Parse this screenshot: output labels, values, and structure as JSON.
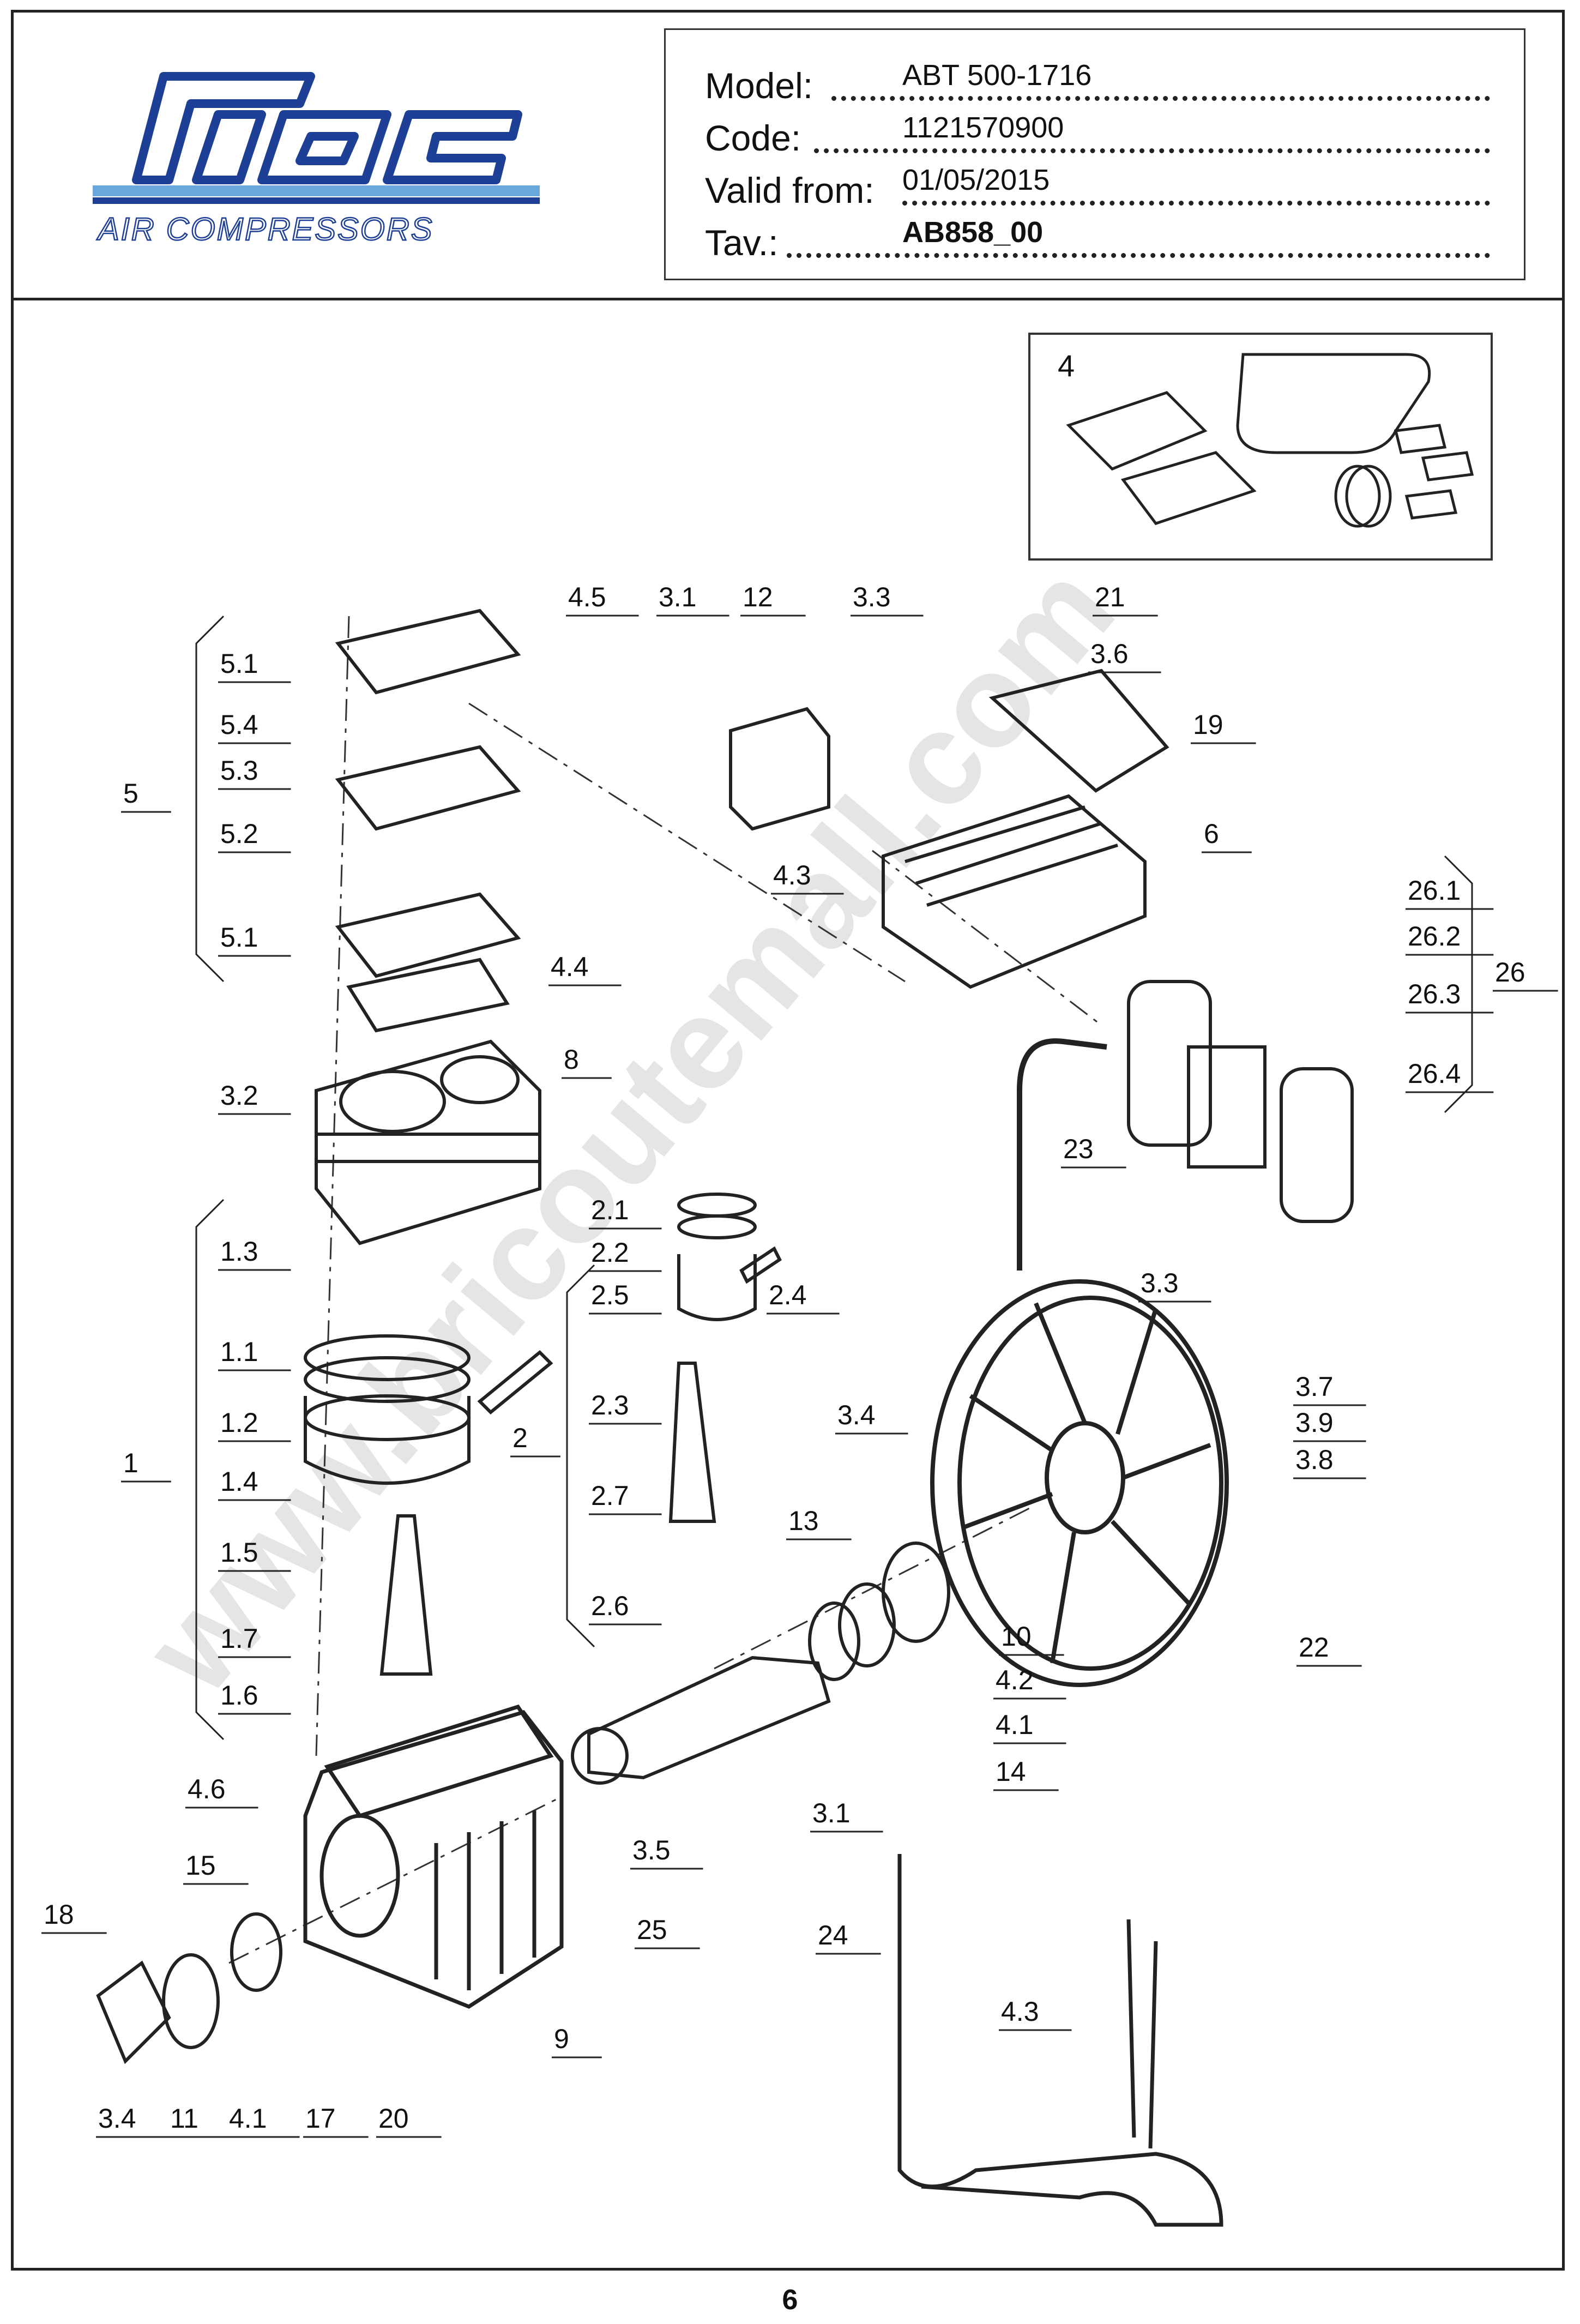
{
  "brand": {
    "logo_text": "fiac",
    "subtitle": "AIR COMPRESSORS",
    "accent": "#1e3f96",
    "accent_light": "#69a7dc"
  },
  "info": {
    "model_label": "Model:",
    "model_value": "ABT 500-1716",
    "code_label": "Code:",
    "code_value": "1121570900",
    "valid_label": "Valid from:",
    "valid_value": "01/05/2015",
    "tav_label": "Tav.:",
    "tav_value": "AB858_00"
  },
  "watermark": "www.bricoutemall.com",
  "inset_label": "4",
  "callouts": {
    "c4_5": "4.5",
    "c3_1a": "3.1",
    "c12": "12",
    "c3_3a": "3.3",
    "c21": "21",
    "c3_6": "3.6",
    "c19": "19",
    "c5_1a": "5.1",
    "c5_4": "5.4",
    "c5_3": "5.3",
    "c5": "5",
    "c5_2": "5.2",
    "c4_3a": "4.3",
    "c6": "6",
    "c5_1b": "5.1",
    "c4_4": "4.4",
    "c26_1": "26.1",
    "c26_2": "26.2",
    "c26": "26",
    "c26_3": "26.3",
    "c8": "8",
    "c3_2": "3.2",
    "c26_4": "26.4",
    "c23": "23",
    "c2_1": "2.1",
    "c2_2": "2.2",
    "c2_5": "2.5",
    "c2_4": "2.4",
    "c3_3b": "3.3",
    "c1_3": "1.3",
    "c1_1": "1.1",
    "c2_3": "2.3",
    "c3_7": "3.7",
    "c3_9": "3.9",
    "c3_8": "3.8",
    "c1_2": "1.2",
    "c2": "2",
    "c3_4a": "3.4",
    "c1": "1",
    "c1_4": "1.4",
    "c2_7": "2.7",
    "c13": "13",
    "c1_5": "1.5",
    "c2_6": "2.6",
    "c10": "10",
    "c22": "22",
    "c1_7": "1.7",
    "c4_2": "4.2",
    "c1_6": "1.6",
    "c4_1a": "4.1",
    "c14": "14",
    "c4_6": "4.6",
    "c3_1b": "3.1",
    "c3_5": "3.5",
    "c15": "15",
    "c24": "24",
    "c25": "25",
    "c18": "18",
    "c4_3b": "4.3",
    "c9": "9",
    "c3_4b": "3.4",
    "c11": "11",
    "c4_1b": "4.1",
    "c17": "17",
    "c20": "20"
  },
  "page_number": "6"
}
